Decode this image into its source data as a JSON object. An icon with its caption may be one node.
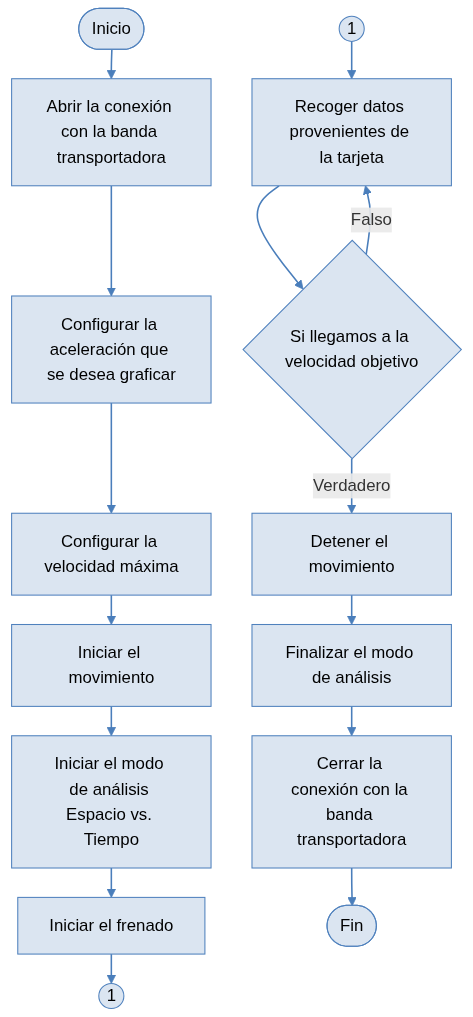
{
  "diagram": {
    "nodes": [
      {
        "text": [
          "Inicio"
        ]
      },
      {
        "text": [
          "Abrir la conexión con la banda transportadora"
        ]
      },
      {
        "text": [
          "Configurar la aceleración que se desea graficar"
        ]
      },
      {
        "text": [
          "Configurar la velocidad máxima"
        ]
      },
      {
        "text": [
          "Iniciar el movimiento"
        ]
      },
      {
        "text": [
          "Iniciar el modo de análisis Espacio vs. Tiempo"
        ]
      },
      {
        "text": [
          "Iniciar el frenado"
        ]
      },
      {
        "text": [
          "1"
        ]
      },
      {
        "text": [
          "1"
        ]
      },
      {
        "text": [
          "Recoger datos provenientes de la tarjeta"
        ]
      },
      {
        "text": [
          "Si llegamos a la velocidad objetivo"
        ]
      },
      {
        "text": [
          "Detener el movimiento"
        ]
      },
      {
        "text": [
          "Finalizar el modo de análisis"
        ]
      },
      {
        "text": [
          "Cerrar la conexión con la banda transportadora"
        ]
      },
      {
        "text": [
          "Fin"
        ]
      }
    ],
    "edges": [
      {
        "from": 0,
        "to": 1,
        "arrow": "to"
      },
      {
        "from": 1,
        "to": 2,
        "arrow": "to"
      },
      {
        "from": 2,
        "to": 3,
        "arrow": "to"
      },
      {
        "from": 3,
        "to": 4,
        "arrow": "to"
      },
      {
        "from": 4,
        "to": 5,
        "arrow": "to"
      },
      {
        "from": 5,
        "to": 6,
        "arrow": "to"
      },
      {
        "from": 6,
        "to": 7,
        "arrow": "to"
      },
      {
        "from": 8,
        "to": 9,
        "arrow": "to"
      },
      {
        "from": 9,
        "to": 10,
        "arrow": "to"
      },
      {
        "from": 10,
        "to": 9,
        "arrow": "to",
        "label": "Falso"
      },
      {
        "from": 10,
        "to": 11,
        "arrow": "to",
        "label": "Verdadero"
      },
      {
        "from": 11,
        "to": 12,
        "arrow": "to"
      },
      {
        "from": 12,
        "to": 13,
        "arrow": "to"
      },
      {
        "from": 13,
        "to": 14,
        "arrow": "to"
      }
    ]
  }
}
